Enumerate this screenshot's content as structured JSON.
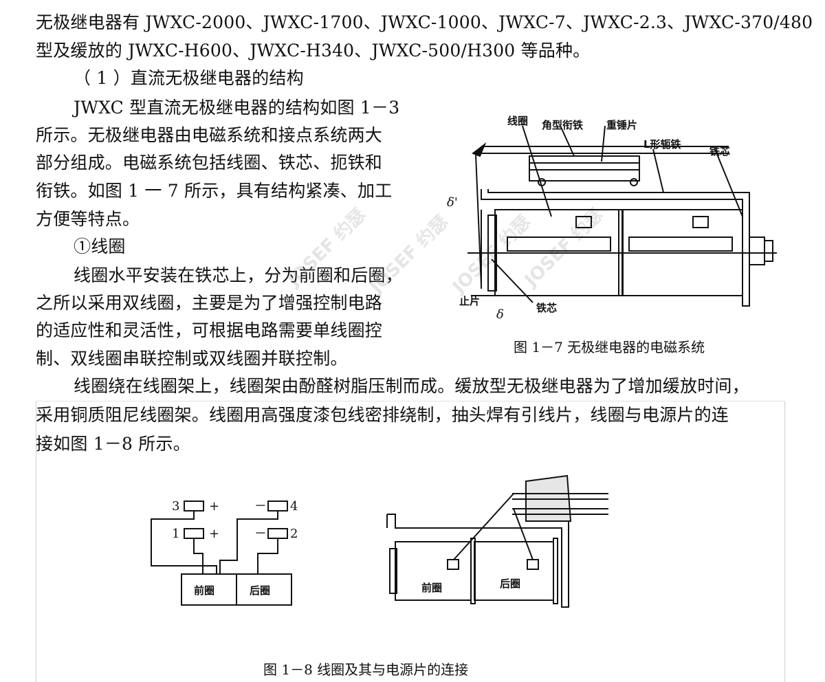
{
  "paragraphs": {
    "p1_l1": "无极继电器有 JWXC-2000、JWXC-1700、JWXC-1000、JWXC-7、JWXC-2.3、JWXC-370/480",
    "p1_l2": "型及缓放的 JWXC-H600、JWXC-H340、JWXC-500/H300 等品种。",
    "h1": "（ 1 ）直流无极继电器的结构",
    "p2_l1": "JWXC 型直流无极继电器的结构如图 1－3",
    "p2_l2": "所示。无极继电器由电磁系统和接点系统两大",
    "p2_l3": "部分组成。电磁系统包括线圈、铁芯、扼铁和",
    "p2_l4": "衔铁。如图 1 一 7 所示，具有结构紧凑、加工",
    "p2_l5": "方便等特点。",
    "h2": "①线圈",
    "p3_l1": "线圈水平安装在铁芯上，分为前圈和后圈，",
    "p3_l2": "之所以采用双线圈，主要是为了增强控制电路",
    "p3_l3": "的适应性和灵活性，可根据电路需要单线圈控",
    "p3_l4": "制、双线圈串联控制或双线圈并联控制。",
    "p4_l1": "线圈绕在线圈架上，线圈架由酚醛树脂压制而成。缓放型无极继电器为了增加缓放时间，",
    "p4_l2": "采用铜质阻尼线圈架。线圈用高强度漆包线密排绕制，抽头焊有引线片，线圈与电源片的连",
    "p4_l3": "接如图 1－8 所示。"
  },
  "figure_1_7": {
    "caption": "图 1－7 无极继电器的电磁系统",
    "labels": {
      "coil": "线圈",
      "angle_armature": "角型衔铁",
      "weight_piece": "重锤片",
      "l_yoke": "L形轭铁",
      "core_top": "铁芯",
      "delta_prime": "δ'",
      "stop_piece": "止片",
      "delta": "δ",
      "core_bottom": "铁芯"
    }
  },
  "figure_1_8": {
    "caption": "图 1－8 线圈及其与电源片的连接",
    "terminals": [
      "3",
      "4",
      "1",
      "2"
    ],
    "plus": "+",
    "minus": "－",
    "front_coil": "前圈",
    "rear_coil": "后圈"
  },
  "watermark": "JOSEF 约瑟"
}
